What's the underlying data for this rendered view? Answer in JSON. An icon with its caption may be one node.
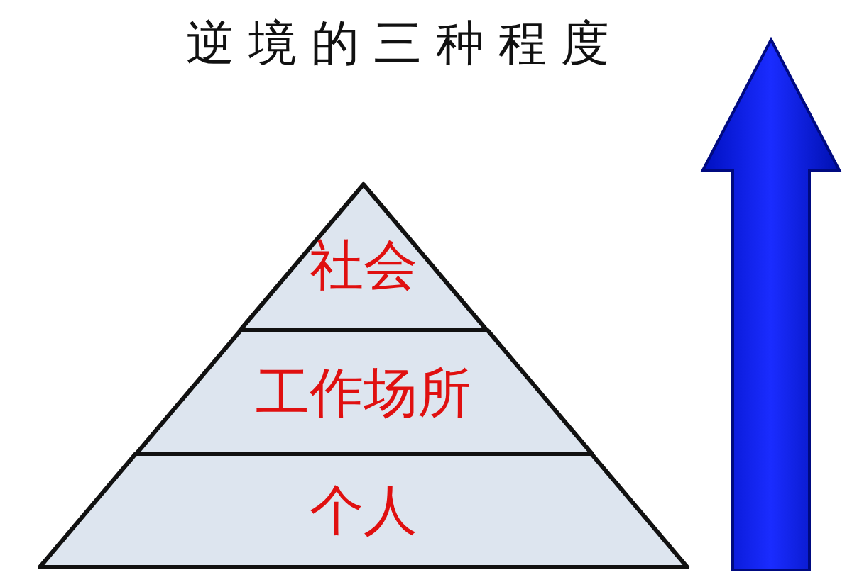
{
  "diagram": {
    "title": "逆境的三种程度",
    "nodes": [
      {
        "text": [
          "社会"
        ]
      },
      {
        "text": [
          "工作场所"
        ]
      },
      {
        "text": [
          "个人"
        ]
      }
    ]
  }
}
